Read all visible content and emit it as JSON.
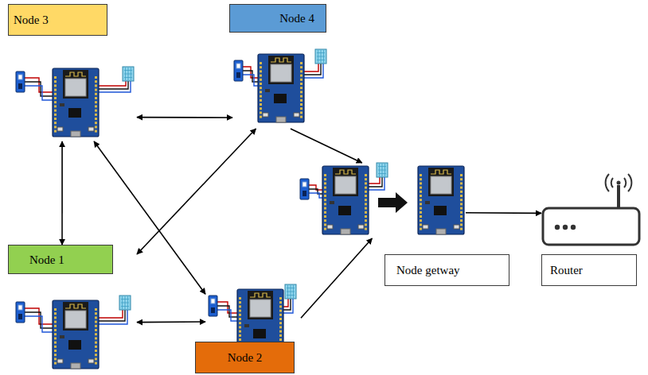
{
  "diagram": {
    "nodes": [
      {
        "text": [
          "Node 3"
        ]
      },
      {
        "text": [
          "Node 4"
        ]
      },
      {
        "text": [
          "Node 1"
        ]
      },
      {
        "text": [
          "Node getway"
        ]
      },
      {
        "text": [
          "Router"
        ]
      },
      {
        "text": [
          "Node 2"
        ]
      }
    ],
    "edges": [
      {
        "from": 0,
        "to": 1,
        "arrow": "both"
      },
      {
        "from": 0,
        "to": 2,
        "arrow": "both"
      },
      {
        "from": 0,
        "to": 5,
        "arrow": "both"
      },
      {
        "from": 2,
        "to": 1,
        "arrow": "both"
      },
      {
        "from": 2,
        "to": 5,
        "arrow": "both"
      },
      {
        "from": 1,
        "to": 3,
        "arrow": "to"
      },
      {
        "from": 5,
        "to": 3,
        "arrow": "to"
      },
      {
        "from": 3,
        "to": 4,
        "arrow": "to"
      }
    ]
  }
}
